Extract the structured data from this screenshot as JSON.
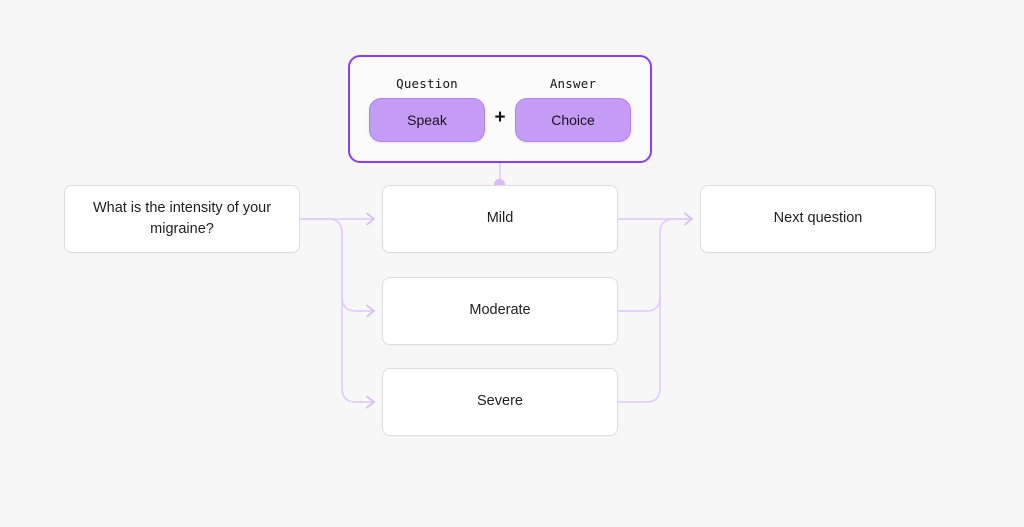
{
  "canvas": {
    "background_color": "#f7f7f7",
    "accent_color": "#8b3dff",
    "edge_color": "#e2cdfb",
    "pill_color": "#c49cf5",
    "node_border_color": "#dddddd"
  },
  "block": {
    "name": "question-answer-block",
    "selected": true,
    "columns": [
      {
        "label": "Question",
        "pill_label": "Speak",
        "icon": "speak-pill"
      },
      {
        "label": "Answer",
        "pill_label": "Choice",
        "icon": "choice-pill"
      }
    ],
    "separator": "+"
  },
  "nodes": [
    {
      "id": "question",
      "label": "What is the intensity of your migraine?"
    },
    {
      "id": "mild",
      "label": "Mild"
    },
    {
      "id": "moderate",
      "label": "Moderate"
    },
    {
      "id": "severe",
      "label": "Severe"
    },
    {
      "id": "next",
      "label": "Next question"
    }
  ],
  "edges": [
    {
      "from": "question",
      "to": "mild",
      "arrow": true
    },
    {
      "from": "question",
      "to": "moderate",
      "arrow": true
    },
    {
      "from": "question",
      "to": "severe",
      "arrow": true
    },
    {
      "from": "mild",
      "to": "next",
      "arrow": true
    },
    {
      "from": "moderate",
      "to": "next",
      "arrow": false
    },
    {
      "from": "severe",
      "to": "next",
      "arrow": false
    },
    {
      "from": "question-answer-block",
      "to": "mild",
      "arrow": false
    }
  ]
}
